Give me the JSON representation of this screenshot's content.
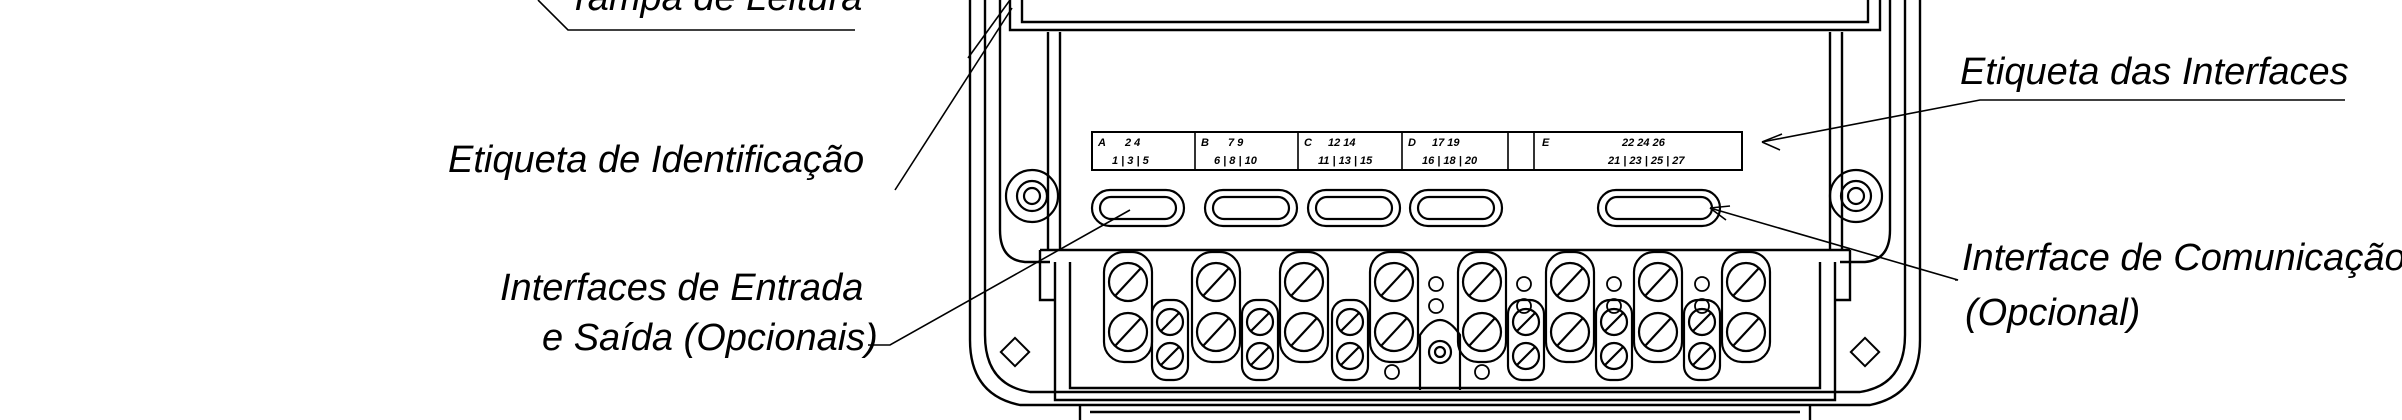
{
  "labels": {
    "tampa_leitura": "Tampa de Leitura",
    "etiqueta_identificacao": "Etiqueta de Identificação",
    "interfaces_entrada_saida_l1": "Interfaces de Entrada",
    "interfaces_entrada_saida_l2": "e Saída (Opcionais)",
    "etiqueta_interfaces": "Etiqueta das Interfaces",
    "interface_comunicacao_l1": "Interface de Comunicação",
    "interface_comunicacao_l2": "(Opcional)"
  },
  "interface_label": {
    "groups": [
      {
        "letter": "A",
        "top": "2   4",
        "bottom": "1 | 3 | 5"
      },
      {
        "letter": "B",
        "top": "7   9",
        "bottom": "6 | 8 | 10"
      },
      {
        "letter": "C",
        "top": "12  14",
        "bottom": "11 | 13 | 15"
      },
      {
        "letter": "D",
        "top": "17  19",
        "bottom": "16 | 18 | 20"
      },
      {
        "letter": "E",
        "top": "22  24  26",
        "bottom": "21 | 23 | 25 | 27"
      }
    ]
  }
}
